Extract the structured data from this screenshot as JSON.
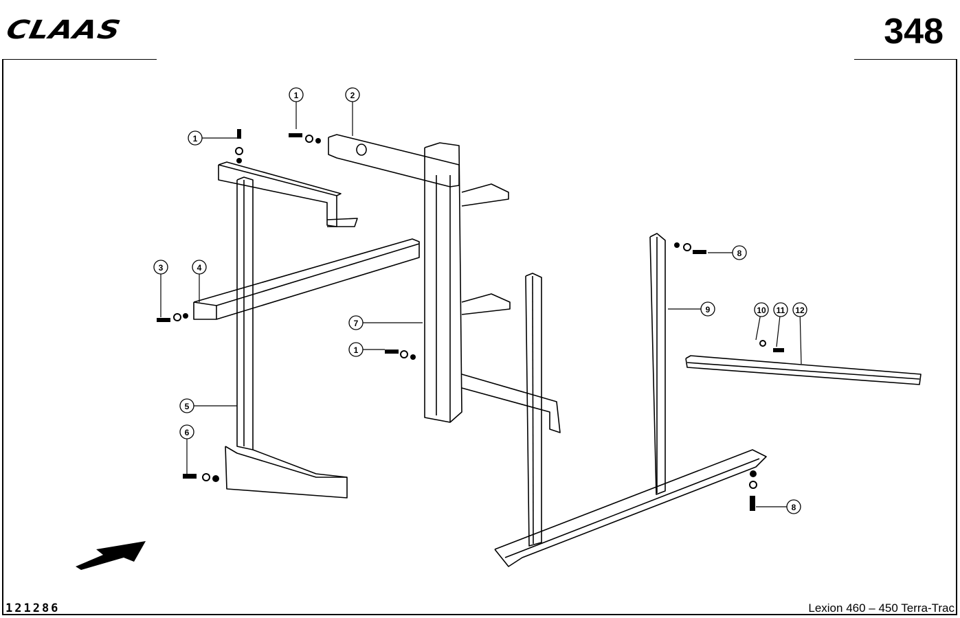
{
  "header": {
    "logo": "CLAAS",
    "page_number": "348"
  },
  "footer": {
    "doc_number": "121286",
    "model": "Lexion 460 – 450 Terra-Trac"
  },
  "callouts": [
    "1",
    "1",
    "2",
    "8",
    "3",
    "4",
    "9",
    "10",
    "11",
    "12",
    "7",
    "1",
    "5",
    "6",
    "8"
  ]
}
